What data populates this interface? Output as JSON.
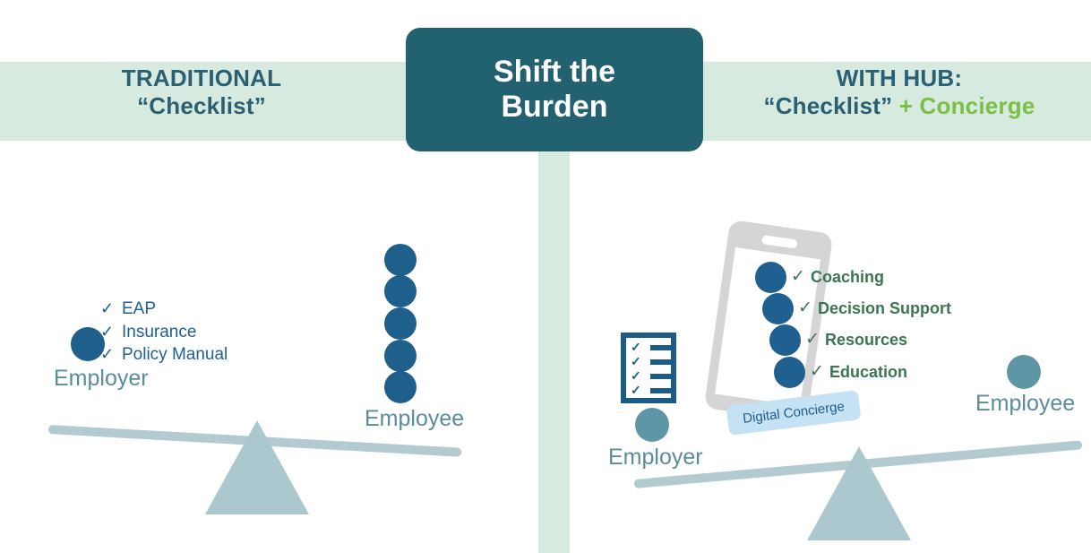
{
  "center_badge": {
    "line1": "Shift the",
    "line2": "Burden",
    "bg_color": "#226270",
    "text_color": "#ffffff"
  },
  "left_panel": {
    "title_line1": "TRADITIONAL",
    "title_line2": "“Checklist”",
    "title_color": "#2a6072",
    "employer_label": "Employer",
    "employee_label": "Employee",
    "checklist": [
      {
        "tick": "✓",
        "label": "EAP"
      },
      {
        "tick": "✓",
        "label": "Insurance"
      },
      {
        "tick": "✓",
        "label": "Policy Manual"
      }
    ],
    "employee_dot_count": 5,
    "employer_dot_count": 1,
    "dot_color": "#1f5f8b",
    "label_color": "#5b8c9b",
    "beam_tilt": "down-right"
  },
  "right_panel": {
    "title_line1": "WITH HUB:",
    "title_line2_part1": "“Checklist”",
    "title_line2_part2": " + Concierge",
    "title_color": "#2a6072",
    "accent_color": "#7ac143",
    "employer_label": "Employer",
    "employee_label": "Employee",
    "concierge_tag": "Digital Concierge",
    "concierge_tag_bg": "#c5e2f5",
    "services": [
      {
        "tick": "✓",
        "label": "Coaching"
      },
      {
        "tick": "✓",
        "label": "Decision Support"
      },
      {
        "tick": "✓",
        "label": "Resources"
      },
      {
        "tick": "✓",
        "label": "Education"
      }
    ],
    "service_label_color": "#3b7552",
    "service_dot_color": "#1f6091",
    "clipboard_rows": 4,
    "clipboard_tick": "✓",
    "employer_dot_color": "#5e96a5",
    "employee_dot_color": "#5e96a5",
    "beam_tilt": "down-left"
  },
  "theme": {
    "band_color": "#d6eae0",
    "beam_color": "#b3cbd0",
    "fulcrum_color": "#aac8cd",
    "background": "#ffffff"
  }
}
